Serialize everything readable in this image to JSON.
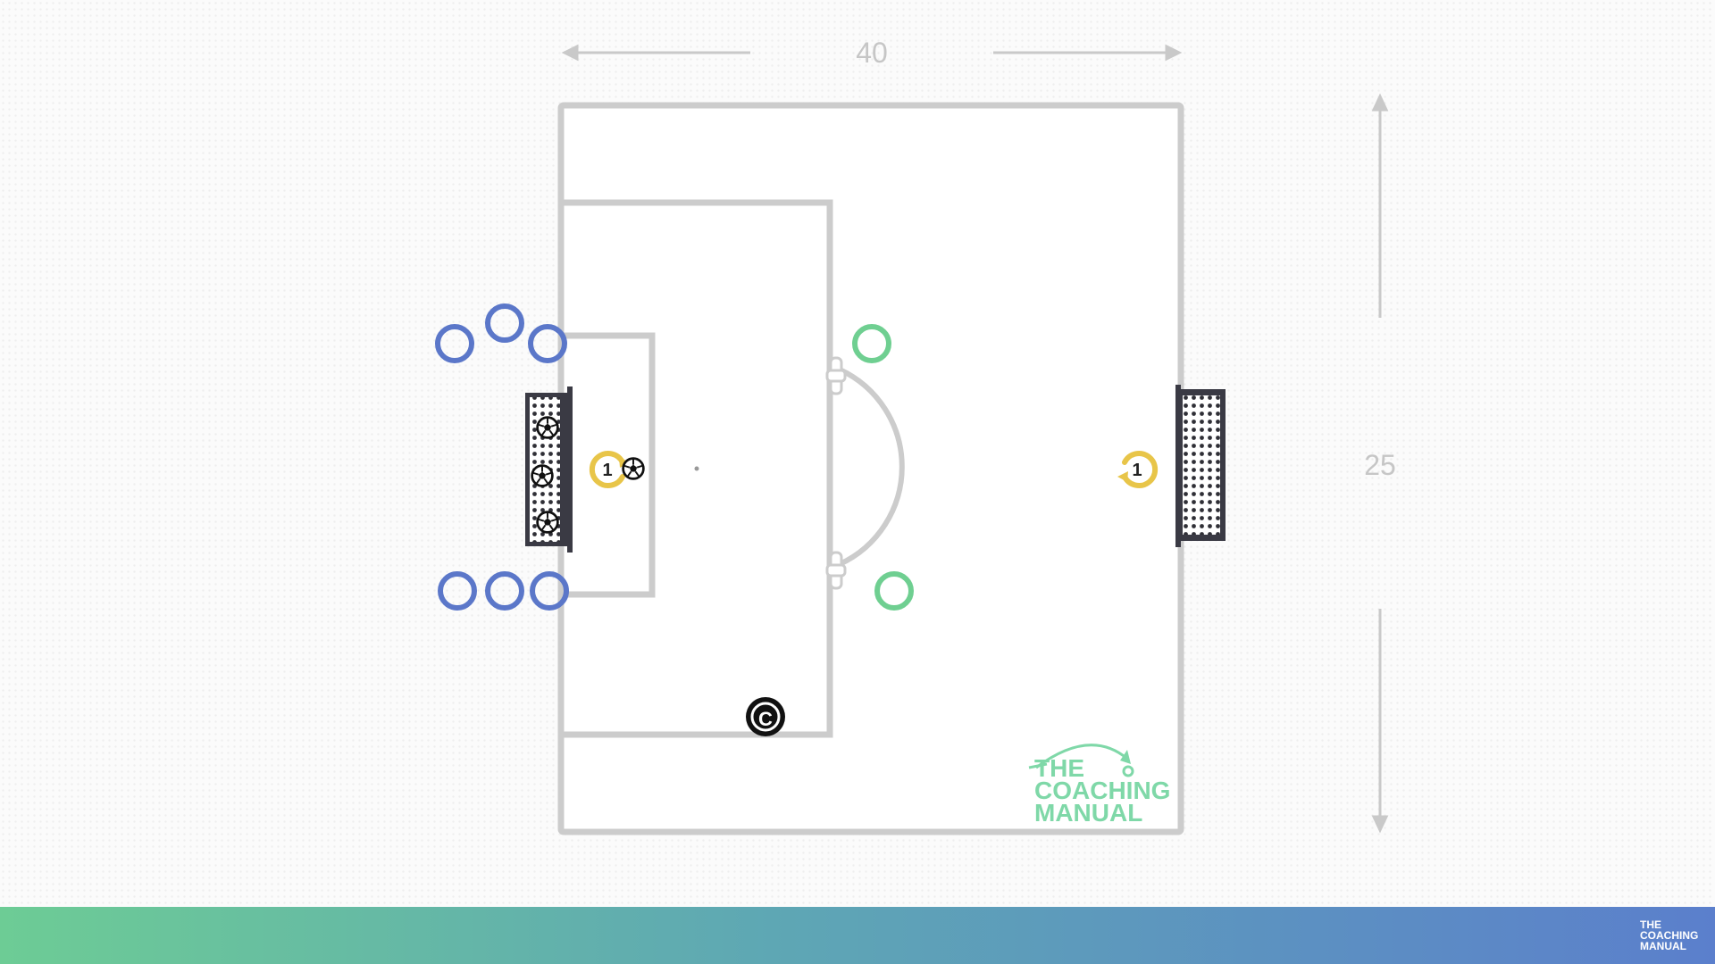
{
  "dimensions": {
    "width_label": "40",
    "length_label": "25"
  },
  "watermark": {
    "line1": "THE",
    "line2": "COACHING",
    "line3": "MANUAL"
  },
  "footer_logo": {
    "line1": "THE",
    "line2": "COACHING",
    "line3": "MANUAL"
  },
  "players": {
    "left_keeper_number": "1",
    "right_keeper_number": "1",
    "coach_letter": "C"
  },
  "colors": {
    "attackers": "#5b77c9",
    "defenders": "#6fcf91",
    "goalkeepers": "#e8c549",
    "pitch_lines": "#cccccc",
    "coach": "#111111"
  }
}
